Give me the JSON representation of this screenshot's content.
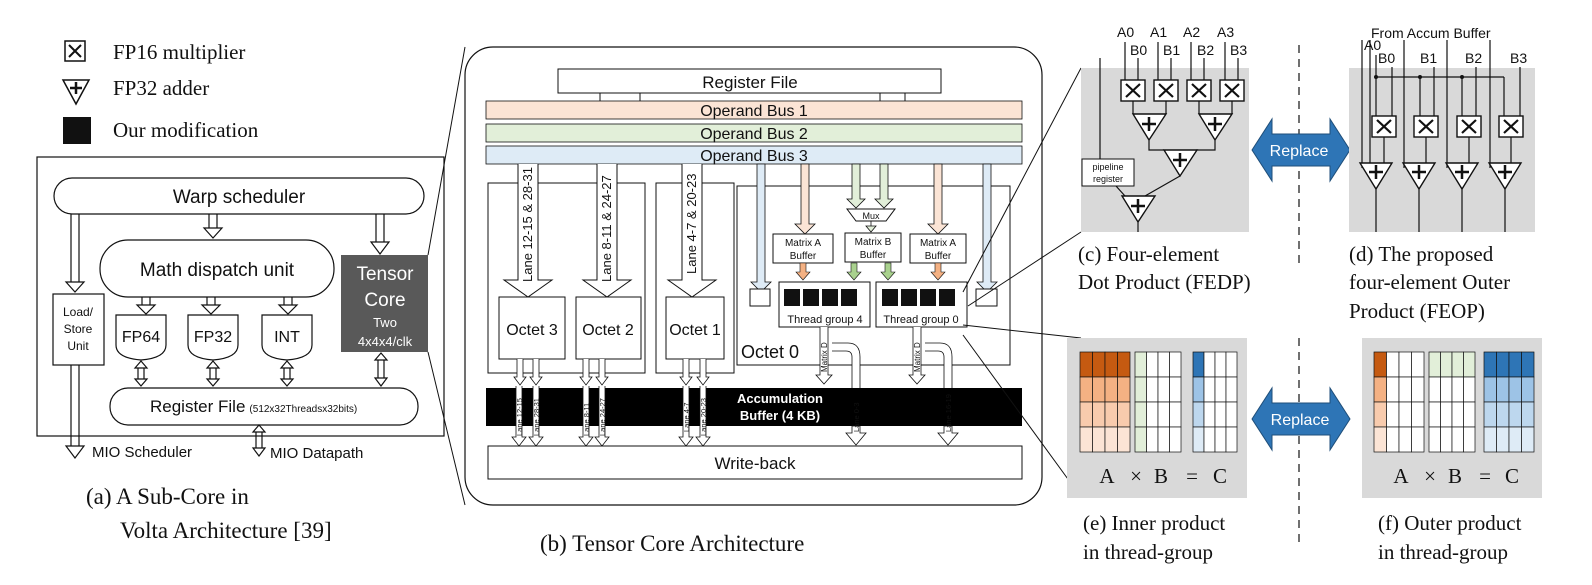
{
  "legend": {
    "multiplier": "FP16 multiplier",
    "adder": "FP32 adder",
    "modification": "Our modification"
  },
  "panel_a": {
    "warp_scheduler": "Warp scheduler",
    "math_dispatch": "Math dispatch unit",
    "tensor_core_l1": "Tensor",
    "tensor_core_l2": "Core",
    "tensor_core_l3": "Two",
    "tensor_core_l4": "4x4x4/clk",
    "load_store_l1": "Load/",
    "load_store_l2": "Store",
    "load_store_l3": "Unit",
    "fp64": "FP64",
    "fp32": "FP32",
    "int": "INT",
    "register_file": "Register File",
    "register_file_note": "(512x32Threadsx32bits)",
    "mio_scheduler": "MIO Scheduler",
    "mio_datapath": "MIO Datapath",
    "caption_l1": "(a) A Sub-Core in",
    "caption_l2": "Volta Architecture [39]"
  },
  "panel_b": {
    "register_file": "Register File",
    "operand_bus_1": "Operand Bus 1",
    "operand_bus_2": "Operand Bus 2",
    "operand_bus_3": "Operand Bus 3",
    "lane_3": "Lane 12-15 & 28-31",
    "lane_2": "Lane 8-11 & 24-27",
    "lane_1": "Lane 4-7 & 20-23",
    "octet_3": "Octet 3",
    "octet_2": "Octet 2",
    "octet_1": "Octet 1",
    "octet_0": "Octet 0",
    "mux": "Mux",
    "matrix_a_buffer_left_l1": "Matrix A",
    "matrix_a_buffer_left_l2": "Buffer",
    "matrix_b_buffer_l1": "Matrix B",
    "matrix_b_buffer_l2": "Buffer",
    "matrix_a_buffer_right_l1": "Matrix A",
    "matrix_a_buffer_right_l2": "Buffer",
    "thread_group_4": "Thread group 4",
    "thread_group_0": "Thread group 0",
    "matrix_d_left": "Matrix D",
    "matrix_d_right": "Matrix D",
    "accumulation_l1": "Accumulation",
    "accumulation_l2": "Buffer (4 KB)",
    "lane_labels": [
      "Lane 12-15",
      "Lane 28-31",
      "Lane 8-11",
      "Lane 24-27",
      "Lane 4-7",
      "Lane 20-23",
      "Lane 0-3",
      "Lane 16-19"
    ],
    "write_back": "Write-back",
    "caption": "(b) Tensor Core Architecture"
  },
  "panel_c": {
    "inputs_a": [
      "A0",
      "A1",
      "A2",
      "A3"
    ],
    "inputs_b": [
      "B0",
      "B1",
      "B2",
      "B3"
    ],
    "pipeline_l1": "pipeline",
    "pipeline_l2": "register",
    "caption_l1": "(c) Four-element",
    "caption_l2": "Dot Product (FEDP)"
  },
  "panel_d": {
    "from_accum": "From Accum Buffer",
    "input_a": "A0",
    "inputs_b": [
      "B0",
      "B1",
      "B2",
      "B3"
    ],
    "caption_l1": "(d) The proposed",
    "caption_l2": "four-element Outer",
    "caption_l3": "Product (FEOP)"
  },
  "replace_top": "Replace",
  "replace_bottom": "Replace",
  "panel_e": {
    "eq_a": "A",
    "eq_times": "×",
    "eq_b": "B",
    "eq_equals": "=",
    "eq_c": "C",
    "caption_l1": "(e) Inner product",
    "caption_l2": "in thread-group"
  },
  "panel_f": {
    "eq_a": "A",
    "eq_times": "×",
    "eq_b": "B",
    "eq_equals": "=",
    "eq_c": "C",
    "caption_l1": "(f) Outer product",
    "caption_l2": "in thread-group"
  },
  "colors": {
    "bus1": "#fbe4d5",
    "bus2": "#e2efd9",
    "bus3": "#deebf6",
    "tensor": "#595959",
    "panel_gray": "#d9d9d9",
    "replace": "#2e75b6",
    "orange": "#c55a11",
    "green": "#a9d18e",
    "blue": "#2e75b6"
  }
}
